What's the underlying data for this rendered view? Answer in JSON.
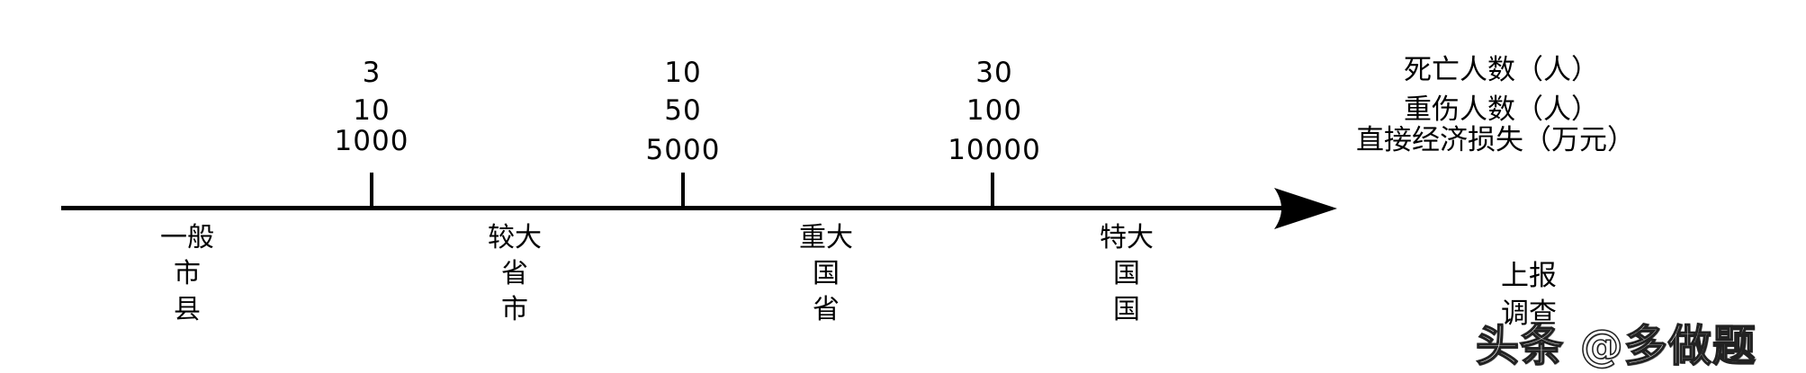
{
  "diagram": {
    "type": "accident-severity-scale",
    "axis": {
      "direction": "left-to-right",
      "arrow": true
    },
    "thresholds": [
      {
        "deaths": "3",
        "serious_injuries": "10",
        "direct_loss": "1000"
      },
      {
        "deaths": "10",
        "serious_injuries": "50",
        "direct_loss": "5000"
      },
      {
        "deaths": "30",
        "serious_injuries": "100",
        "direct_loss": "10000"
      }
    ],
    "levels": [
      {
        "name": "一般",
        "report_to": "市",
        "investigated_by": "县"
      },
      {
        "name": "较大",
        "report_to": "省",
        "investigated_by": "市"
      },
      {
        "name": "重大",
        "report_to": "国",
        "investigated_by": "省"
      },
      {
        "name": "特大",
        "report_to": "国",
        "investigated_by": "国"
      }
    ],
    "legend": {
      "top": [
        "死亡人数（人）",
        "重伤人数（人）",
        "直接经济损失（万元）"
      ],
      "bottom": [
        "上报",
        "调查"
      ]
    },
    "watermark": "头条 @多做题"
  }
}
